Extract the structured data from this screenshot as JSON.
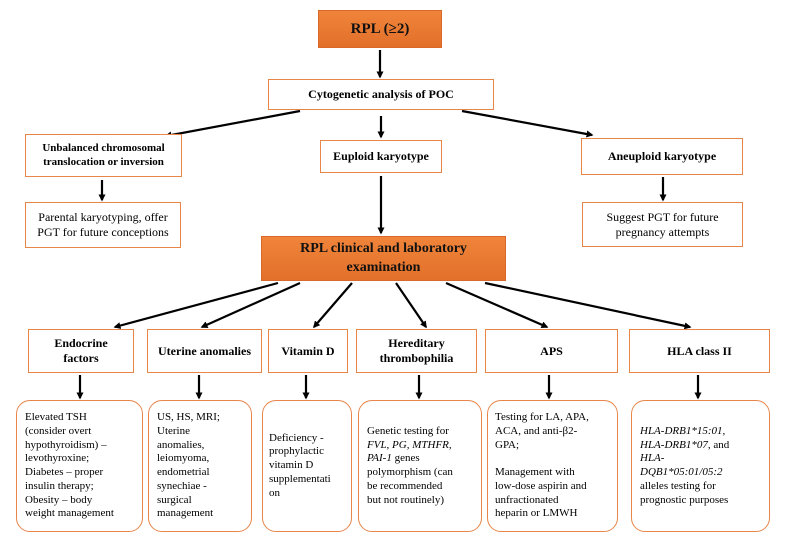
{
  "nodes": {
    "rpl": "RPL (≥2)",
    "cytogenetic": "Cytogenetic analysis of POC",
    "unbalanced": "Unbalanced chromosomal\ntranslocation or inversion",
    "euploid": "Euploid karyotype",
    "aneuploid": "Aneuploid karyotype",
    "parental": "Parental karyotyping, offer\nPGT for future conceptions",
    "suggest_pgt": "Suggest PGT for future\npregnancy attempts",
    "clinical": "RPL clinical and laboratory\nexamination",
    "endocrine": "Endocrine\nfactors",
    "uterine": "Uterine anomalies",
    "vitamin_d": "Vitamin D",
    "thrombophilia": "Hereditary\nthrombophilia",
    "aps": "APS",
    "hla": "HLA class II"
  },
  "details": {
    "endocrine": "Elevated TSH\n(consider overt\nhypothyroidism) –\nlevothyroxine;\nDiabetes – proper\ninsulin therapy;\nObesity – body\nweight management",
    "uterine": "US, HS, MRI;\nUterine\nanomalies,\nleiomyoma,\nendometrial\nsynechiae -\nsurgical\nmanagement",
    "vitamin_d": "Deficiency -\nprophylactic\nvitamin D\nsupplementati\non",
    "thrombophilia_pre": "Genetic testing for",
    "thrombophilia_italic1": "FVL, PG, MTHFR,",
    "thrombophilia_italic2": "PAI-1",
    "thrombophilia_post1": " genes",
    "thrombophilia_post2": "polymorphism (can\nbe recommended\nbut not routinely)",
    "aps_1": "Testing for LA, APA,\nACA, and anti-β2-\nGPA;",
    "aps_2": "Management with\nlow-dose aspirin and\nunfractionated\nheparin or LMWH",
    "hla_italic1": "HLA-DRB1*15:01,",
    "hla_italic2": "HLA-DRB1*07",
    "hla_and": ", and",
    "hla_italic3": "HLA-\nDQB1*05:01/05:2",
    "hla_post": "alleles testing for\nprognostic purposes"
  },
  "colors": {
    "border": "#e8864a",
    "accent": "#e2702a",
    "arrow": "#000000"
  }
}
